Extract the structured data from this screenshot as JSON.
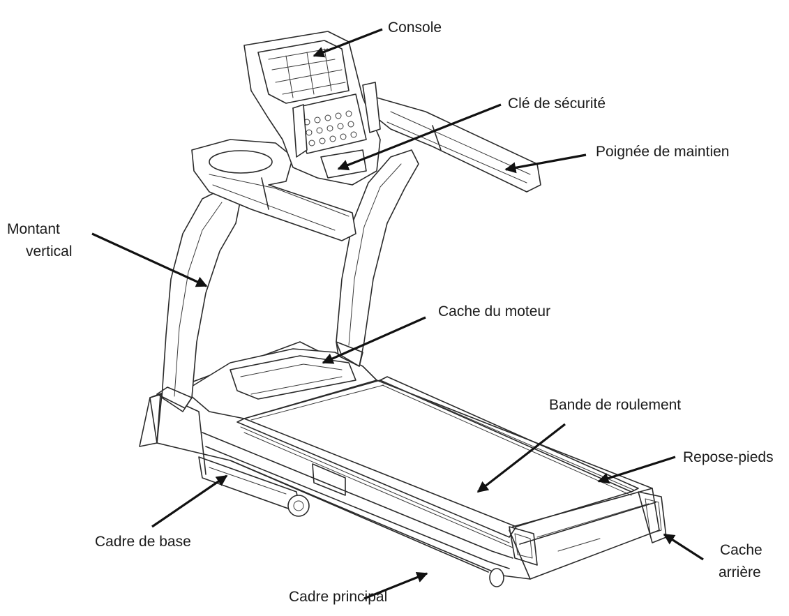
{
  "diagram": {
    "labels": {
      "console": "Console",
      "safety_key": "Clé de sécurité",
      "handrail": "Poignée de maintien",
      "upright_line1": "Montant",
      "upright_line2": "vertical",
      "motor_cover": "Cache du moteur",
      "running_belt": "Bande de roulement",
      "footrest": "Repose-pieds",
      "base_frame": "Cadre de base",
      "rear_cover_line1": "Cache",
      "rear_cover_line2": "arrière",
      "main_frame": "Cadre principal"
    },
    "colors": {
      "line": "#2a2a2a",
      "text": "#1a1a1a",
      "background": "#ffffff"
    }
  }
}
